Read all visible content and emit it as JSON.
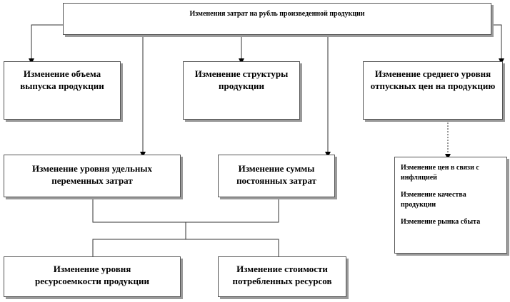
{
  "diagram": {
    "root": "Изменения затрат на рубль произведенной продукции",
    "volume": "Изменение объема выпуска продукции",
    "structure": "Изменение структуры продукции",
    "price_level": "Изменение среднего уровня отпускных цен на продукцию",
    "variable_costs": "Изменение уровня удельных переменных затрат",
    "fixed_costs": "Изменение суммы постоянных затрат",
    "resource_intensity": "Изменение уровня ресурсоемкости продукции",
    "resource_cost": "Изменение стоимости потребленных ресурсов",
    "price_factors": [
      "Изменение цен в связи с инфляцией",
      "Изменение качества продукции",
      "Изменение рынка сбыта"
    ]
  }
}
